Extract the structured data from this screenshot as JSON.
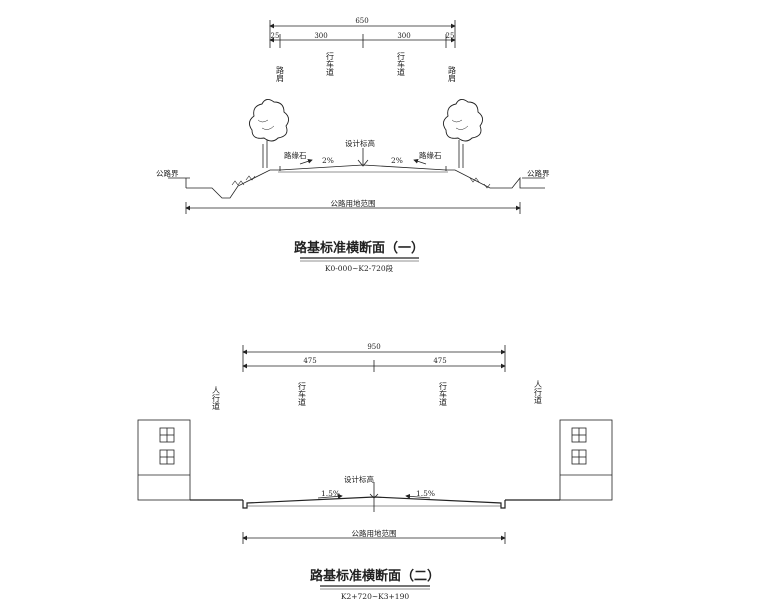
{
  "section1": {
    "dims": {
      "total": "650",
      "shoulder_left": "25",
      "lane_left": "300",
      "lane_right": "300",
      "shoulder_right": "25"
    },
    "vertical_labels": {
      "shoulder_left": "路肩",
      "lane_left": "行车道",
      "lane_right": "行车道",
      "shoulder_right": "路肩"
    },
    "annotations": {
      "curb_left": "路缘石",
      "design_elevation": "设计标高",
      "curb_right": "路缘石",
      "slope_left": "2%",
      "slope_right": "2%",
      "boundary_left": "公路界",
      "boundary_right": "公路界",
      "land_range": "公路用地范围"
    },
    "title": "路基标准横断面（一）",
    "subtitle": "K0-000~K2-720段"
  },
  "section2": {
    "dims": {
      "total": "950",
      "half_left": "475",
      "half_right": "475"
    },
    "vertical_labels": {
      "sidewalk_left": "人行道",
      "lane_left": "行车道",
      "lane_right": "行车道",
      "sidewalk_right": "人行道"
    },
    "annotations": {
      "design_elevation": "设计标高",
      "slope_left": "1.5%",
      "slope_right": "1.5%",
      "land_range": "公路用地范围"
    },
    "title": "路基标准横断面（二）",
    "subtitle": "K2+720~K3+190"
  }
}
